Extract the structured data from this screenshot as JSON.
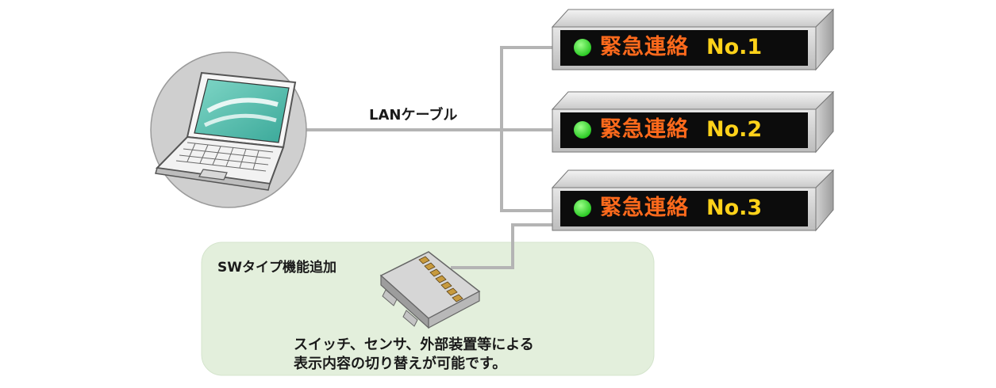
{
  "cable_label": "LANケーブル",
  "sw_feature": {
    "title": "SWタイプ機能追加",
    "description_line1": "スイッチ、センサ、外部装置等による",
    "description_line2": "表示内容の切り替えが可能です。"
  },
  "signs": [
    {
      "message": "緊急連絡",
      "number": "No.1"
    },
    {
      "message": "緊急連絡",
      "number": "No.2"
    },
    {
      "message": "緊急連絡",
      "number": "No.3"
    }
  ],
  "colors": {
    "message_text": "#ff6a1c",
    "number_text": "#ffd21a",
    "indicator": "#3ee03a",
    "panel_bg": "#e3efdc",
    "screen": "#5fc4b4"
  },
  "icons": {
    "computer": "laptop-icon",
    "controller": "switch-controller-icon",
    "indicator": "green-led-icon"
  }
}
